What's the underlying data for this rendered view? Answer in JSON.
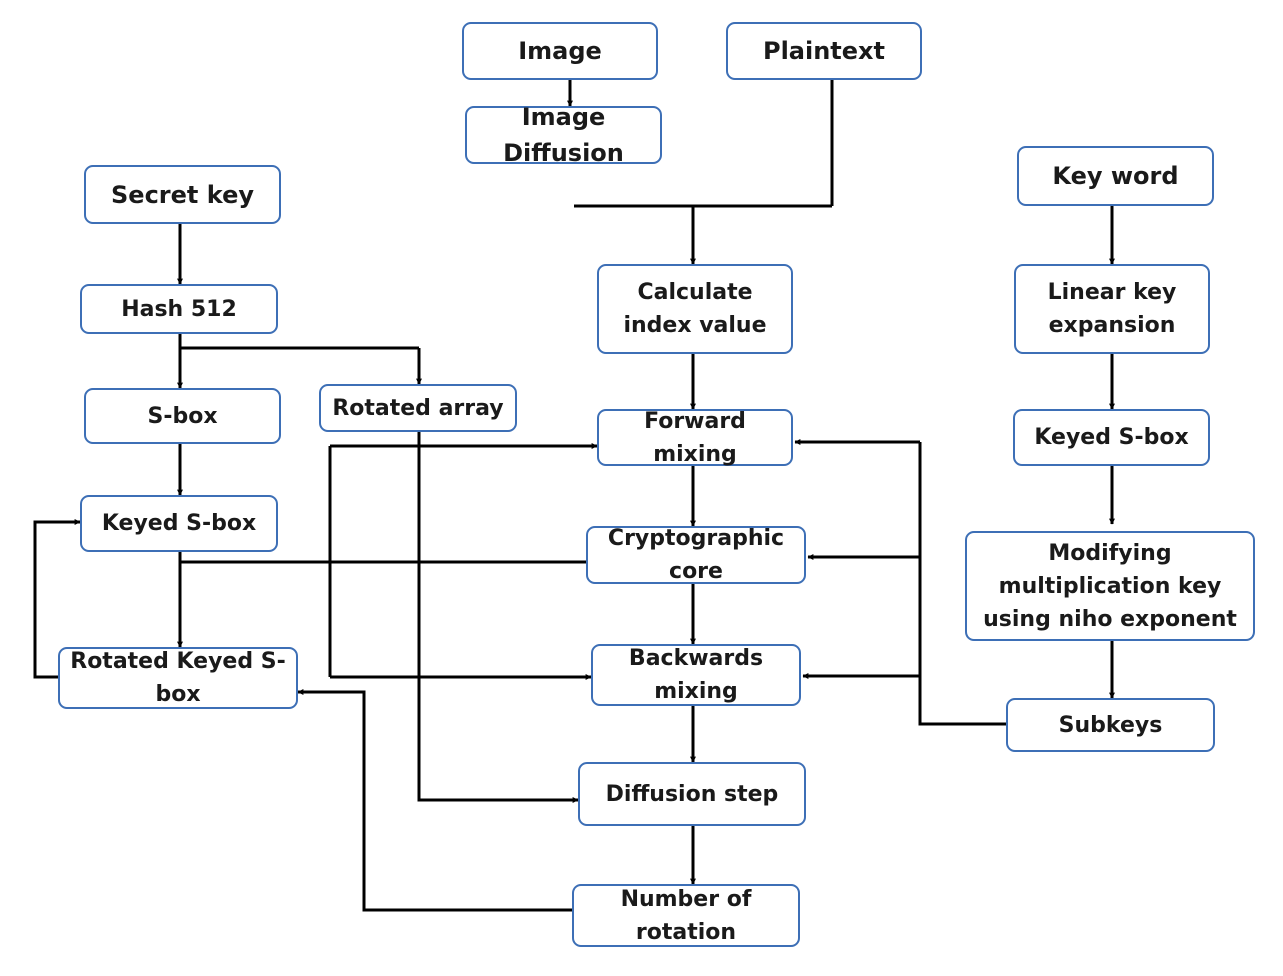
{
  "nodes": {
    "image": "Image",
    "plaintext": "Plaintext",
    "image_diffusion": "Image Diffusion",
    "secret_key": "Secret key",
    "key_word": "Key word",
    "calculate_index": "Calculate index value",
    "hash512": "Hash 512",
    "linear_key_expansion": "Linear key expansion",
    "sbox": "S-box",
    "rotated_array": "Rotated array",
    "forward_mixing": "Forward mixing",
    "keyed_sbox_left": "Keyed S-box",
    "keyed_sbox_right": "Keyed S-box",
    "crypto_core": "Cryptographic core",
    "modifying_mult_key": "Modifying multiplication key using niho exponent",
    "rotated_keyed_sbox": "Rotated Keyed S-box",
    "backwards_mixing": "Backwards mixing",
    "subkeys": "Subkeys",
    "diffusion_step": "Diffusion step",
    "number_of_rotation": "Number of rotation"
  },
  "colors": {
    "box_border": "#3d6fb6",
    "line": "#000000",
    "text": "#1a1a1a"
  }
}
